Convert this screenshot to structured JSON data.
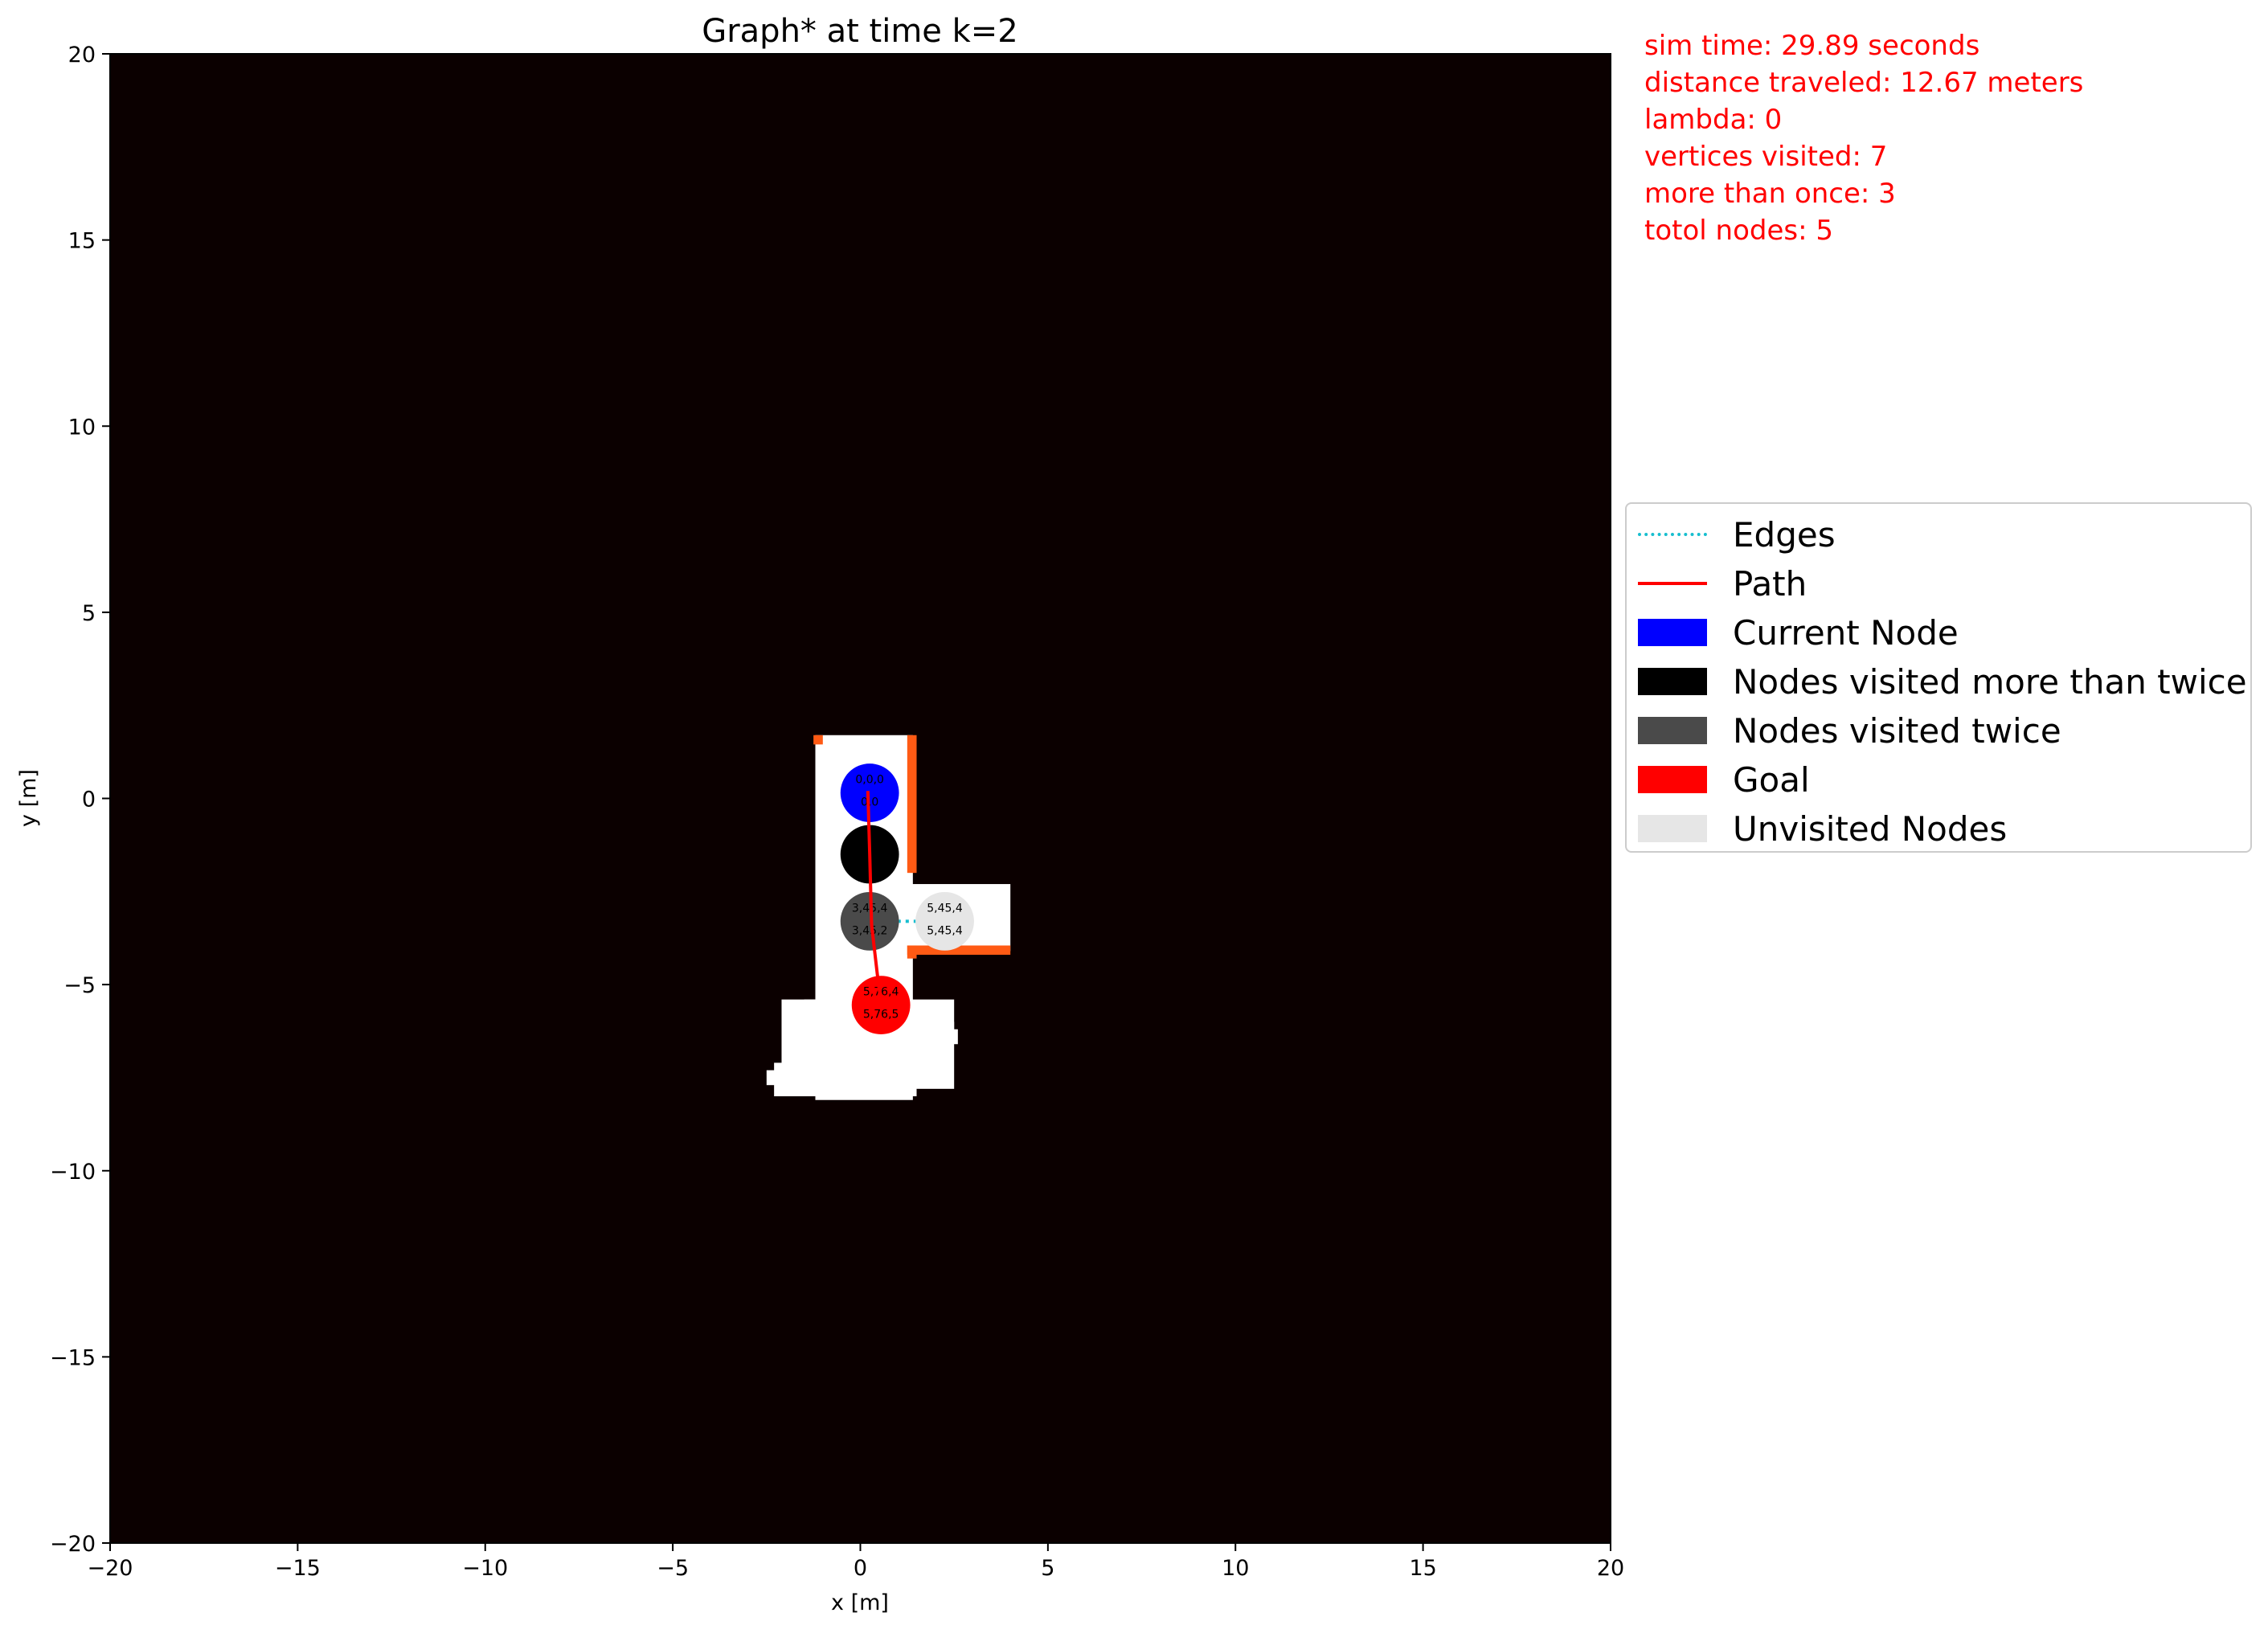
{
  "chart_data": {
    "type": "scatter",
    "title": "Graph* at time k=2",
    "xlabel": "x [m]",
    "ylabel": "y [m]",
    "xlim": [
      -20,
      20
    ],
    "ylim": [
      -20,
      20
    ],
    "xticks": [
      -20,
      -15,
      -10,
      -5,
      0,
      5,
      10,
      15,
      20
    ],
    "yticks": [
      -20,
      -15,
      -10,
      -5,
      0,
      5,
      10,
      15,
      20
    ],
    "xtick_labels": [
      "−20",
      "−15",
      "−10",
      "−5",
      "0",
      "5",
      "10",
      "15",
      "20"
    ],
    "ytick_labels": [
      "−20",
      "−15",
      "−10",
      "−5",
      "0",
      "5",
      "10",
      "15",
      "20"
    ],
    "grid": false,
    "legend_position": "right",
    "map_colors": {
      "unknown": "#0b0000",
      "free": "#ffffff",
      "wall": "#ff5a14"
    },
    "free_regions": [
      {
        "x": [
          -1.2,
          1.4
        ],
        "y": [
          -8.1,
          1.7
        ]
      },
      {
        "x": [
          1.3,
          4.0
        ],
        "y": [
          -4.1,
          -2.3
        ]
      },
      {
        "x": [
          -2.1,
          2.5
        ],
        "y": [
          -7.8,
          -5.4
        ]
      },
      {
        "x": [
          -2.3,
          1.5
        ],
        "y": [
          -8.0,
          -7.1
        ]
      },
      {
        "x": [
          -2.5,
          1.4
        ],
        "y": [
          -7.7,
          -7.3
        ]
      },
      {
        "x": [
          -1.8,
          2.5
        ],
        "y": [
          -6.5,
          -6.0
        ]
      },
      {
        "x": [
          1.0,
          2.6
        ],
        "y": [
          -6.6,
          -6.2
        ]
      },
      {
        "x": [
          -1.5,
          1.3
        ],
        "y": [
          -6.0,
          -5.4
        ]
      }
    ],
    "wall_regions": [
      {
        "x": [
          -1.25,
          -1.0
        ],
        "y": [
          1.45,
          1.7
        ]
      },
      {
        "x": [
          1.25,
          1.5
        ],
        "y": [
          -2.0,
          1.7
        ]
      },
      {
        "x": [
          1.25,
          1.5
        ],
        "y": [
          -4.3,
          -3.95
        ]
      },
      {
        "x": [
          1.25,
          4.0
        ],
        "y": [
          -4.2,
          -3.95
        ]
      }
    ],
    "nodes": [
      {
        "id": "current",
        "x": 0.25,
        "y": 0.15,
        "status": "Current Node",
        "color": "#0000ff",
        "labels": [
          "0,0,0",
          "0,0"
        ]
      },
      {
        "id": "n1",
        "x": 0.25,
        "y": -1.5,
        "status": "Nodes visited more than twice",
        "color": "#000000",
        "labels": [
          "",
          ""
        ]
      },
      {
        "id": "n2",
        "x": 0.25,
        "y": -3.3,
        "status": "Nodes visited twice",
        "color": "#4a4a4a",
        "labels": [
          "3,45,4",
          "3,45,2"
        ]
      },
      {
        "id": "n3",
        "x": 2.25,
        "y": -3.3,
        "status": "Unvisited Nodes",
        "color": "#e6e6e6",
        "labels": [
          "5,45,4",
          "5,45,4"
        ]
      },
      {
        "id": "goal",
        "x": 0.55,
        "y": -5.55,
        "status": "Goal",
        "color": "#ff0000",
        "labels": [
          "5,76,4",
          "5,76,5"
        ]
      }
    ],
    "node_radius": 0.78,
    "edges": [
      {
        "x": [
          0.35,
          2.3
        ],
        "y": [
          -3.3,
          -3.3
        ],
        "color": "#17becf"
      }
    ],
    "path": {
      "x": [
        0.2,
        0.25,
        0.3,
        0.45,
        0.55
      ],
      "y": [
        0.2,
        -1.5,
        -3.4,
        -4.7,
        -5.5
      ],
      "color": "#ff0000"
    },
    "legend": [
      {
        "label": "Edges",
        "kind": "dotted",
        "color": "#17becf"
      },
      {
        "label": "Path",
        "kind": "line",
        "color": "#ff0000"
      },
      {
        "label": "Current Node",
        "kind": "patch",
        "color": "#0000ff"
      },
      {
        "label": "Nodes visited more than twice",
        "kind": "patch",
        "color": "#000000"
      },
      {
        "label": "Nodes visited twice",
        "kind": "patch",
        "color": "#4a4a4a"
      },
      {
        "label": "Goal",
        "kind": "patch",
        "color": "#ff0000"
      },
      {
        "label": "Unvisited Nodes",
        "kind": "patch",
        "color": "#e6e6e6"
      }
    ]
  },
  "info": {
    "sim_time": "sim time: 29.89 seconds",
    "distance": "distance traveled: 12.67 meters",
    "lambda": "lambda: 0",
    "vertices_visited": "vertices visited: 7",
    "more_than_once": "more than once: 3",
    "total_nodes": "totol nodes: 5"
  }
}
